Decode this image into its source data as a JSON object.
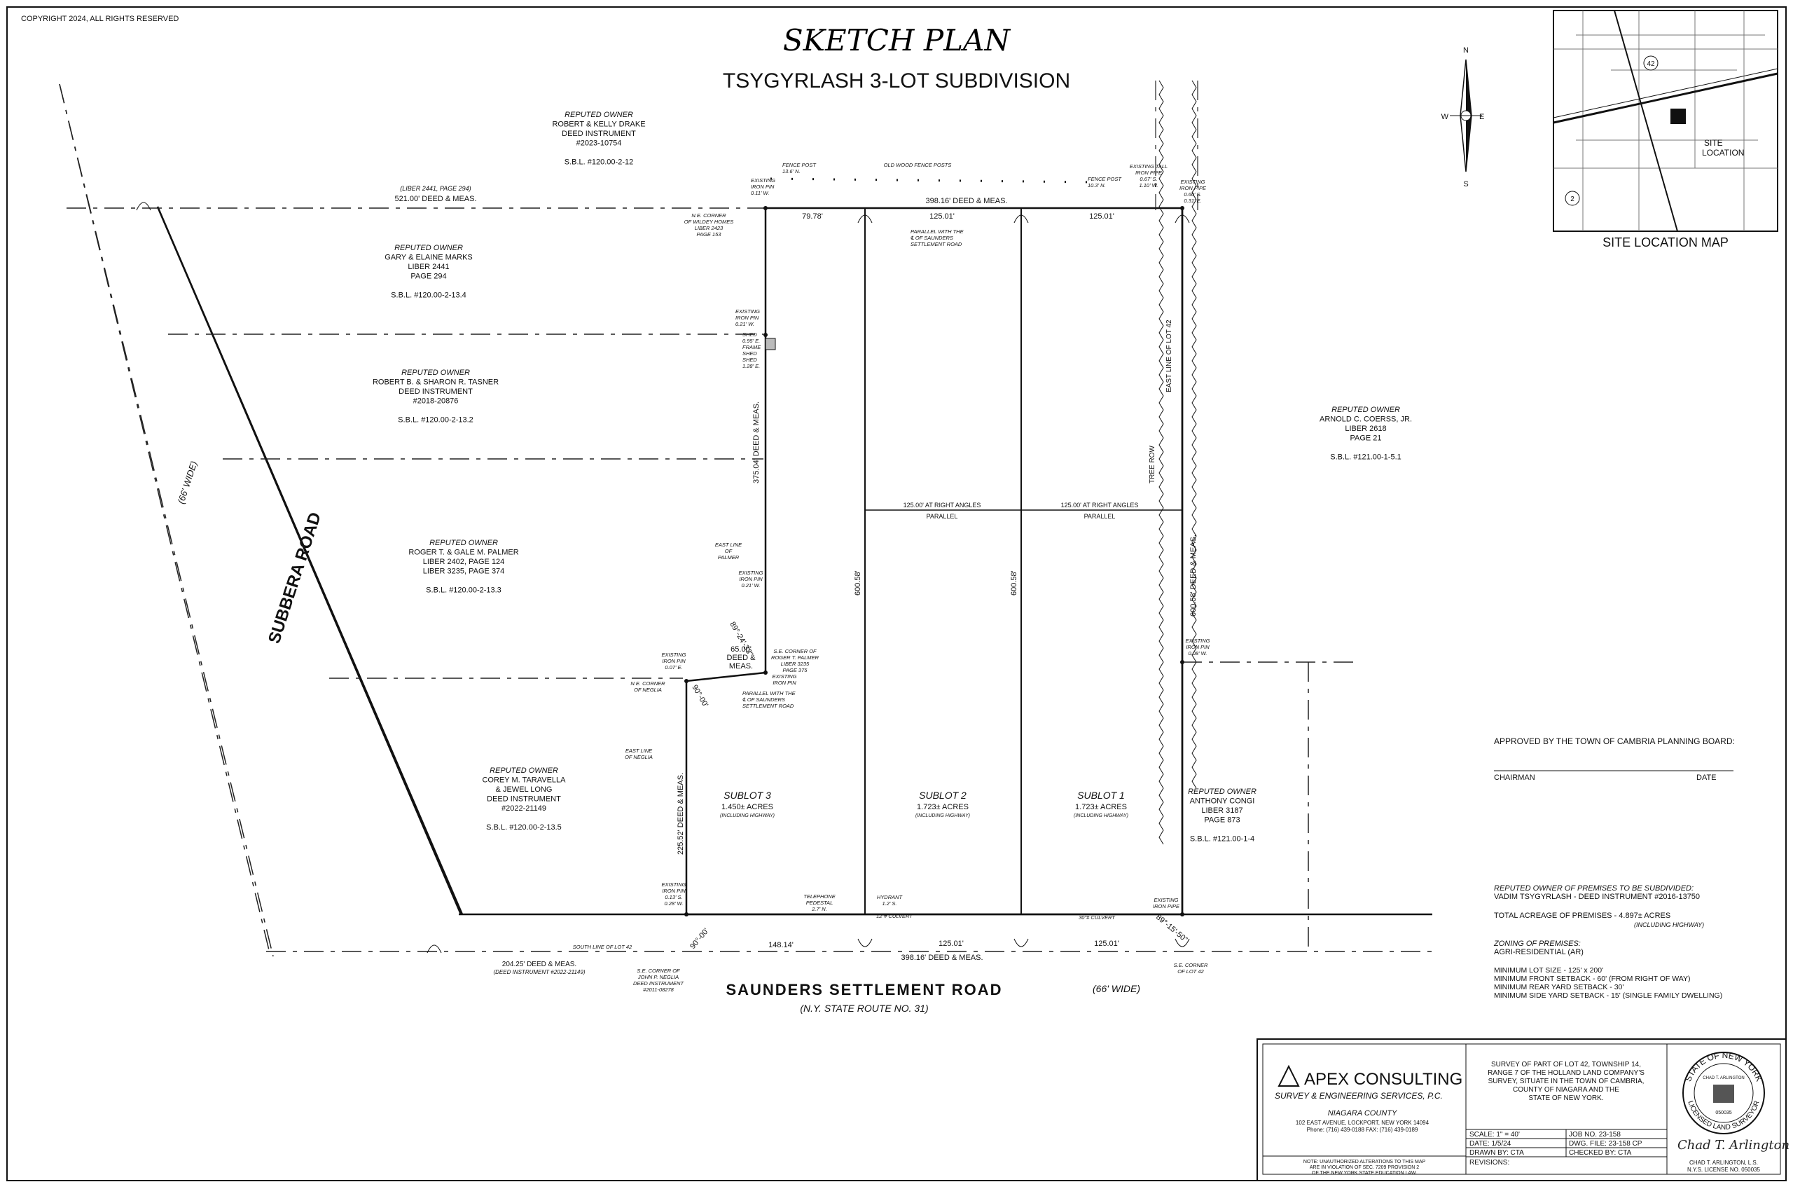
{
  "copyright": "COPYRIGHT 2024, ALL RIGHTS RESERVED",
  "title": "SKETCH PLAN",
  "subtitle": "TSYGYRLASH 3-LOT SUBDIVISION",
  "north": {
    "n": "N",
    "e": "E",
    "s": "S",
    "w": "W"
  },
  "site_map": {
    "caption": "SITE LOCATION MAP",
    "label": "SITE\nLOCATION",
    "markers": [
      "42",
      "2"
    ]
  },
  "roads": {
    "subbera": "SUBBERA ROAD",
    "subbera_width": "(66' WIDE)",
    "saunders": "SAUNDERS SETTLEMENT ROAD",
    "saunders_width": "(66' WIDE)",
    "saunders_route": "(N.Y. STATE ROUTE NO. 31)"
  },
  "owners": [
    {
      "id": "drake",
      "lines": [
        "REPUTED OWNER",
        "ROBERT & KELLY DRAKE",
        "DEED INSTRUMENT",
        "#2023-10754",
        "",
        "S.B.L. #120.00-2-12"
      ]
    },
    {
      "id": "marks",
      "lines": [
        "REPUTED OWNER",
        "GARY & ELAINE MARKS",
        "LIBER 2441",
        "PAGE 294",
        "",
        "S.B.L. #120.00-2-13.4"
      ]
    },
    {
      "id": "tasner",
      "lines": [
        "REPUTED OWNER",
        "ROBERT B. & SHARON R. TASNER",
        "DEED INSTRUMENT",
        "#2018-20876",
        "",
        "S.B.L. #120.00-2-13.2"
      ]
    },
    {
      "id": "palmer",
      "lines": [
        "REPUTED OWNER",
        "ROGER T. & GALE M. PALMER",
        "LIBER 2402, PAGE 124",
        "LIBER 3235, PAGE 374",
        "",
        "S.B.L. #120.00-2-13.3"
      ]
    },
    {
      "id": "taravella",
      "lines": [
        "REPUTED OWNER",
        "COREY M. TARAVELLA",
        "& JEWEL LONG",
        "DEED INSTRUMENT",
        "#2022-21149",
        "",
        "S.B.L. #120.00-2-13.5"
      ]
    },
    {
      "id": "coerss",
      "lines": [
        "REPUTED OWNER",
        "ARNOLD C. COERSS, JR.",
        "LIBER 2618",
        "PAGE 21",
        "",
        "S.B.L. #121.00-1-5.1"
      ]
    },
    {
      "id": "congi",
      "lines": [
        "REPUTED OWNER",
        "ANTHONY CONGI",
        "LIBER 3187",
        "PAGE 873",
        "",
        "S.B.L. #121.00-1-4"
      ]
    }
  ],
  "sublots": [
    {
      "name": "SUBLOT 3",
      "acres": "1.450± ACRES",
      "note": "(INCLUDING HIGHWAY)"
    },
    {
      "name": "SUBLOT 2",
      "acres": "1.723± ACRES",
      "note": "(INCLUDING HIGHWAY)"
    },
    {
      "name": "SUBLOT 1",
      "acres": "1.723± ACRES",
      "note": "(INCLUDING HIGHWAY)"
    }
  ],
  "dimensions": {
    "north_total": "398.16' DEED & MEAS.",
    "north_w": "79.78'",
    "north_m": "125.01'",
    "north_e": "125.01'",
    "south_total": "398.16' DEED & MEAS.",
    "south_w": "148.14'",
    "south_m": "125.01'",
    "south_e": "125.01'",
    "west_upper": "375.04' DEED & MEAS.",
    "west_lower": "225.52' DEED & MEAS.",
    "jog": "65.00' DEED & MEAS.",
    "east": "600.58' DEED & MEAS.",
    "div2": "600.58'",
    "div1": "600.58'",
    "right_angle_l": "125.00' AT RIGHT ANGLES",
    "right_angle_r": "125.00' AT RIGHT ANGLES",
    "parallel": "PARALLEL",
    "line_2441": "(LIBER 2441, PAGE 294)",
    "line_521": "521.00' DEED & MEAS.",
    "south_lot42": "204.25' DEED & MEAS.",
    "south_lot42_ref": "(DEED INSTRUMENT #2022-21149)",
    "angle_1": "89°-24'-33\"",
    "angle_2": "90°-00'",
    "angle_3": "90°-00'",
    "angle_4": "89°-15'-50\""
  },
  "notes": {
    "fence_post": "FENCE POST\n13.6' N.",
    "old_fence": "OLD WOOD FENCE POSTS",
    "fence_post_e": "FENCE POST\n10.3' N.",
    "iron_nw": "EXISTING\nIRON PIN\n0.11' W.",
    "ne_corner_wildey": "N.E. CORNER\nOF WILDEY HOMES\nLIBER 2423\nPAGE 153",
    "parallel_note": "PARALLEL WITH THE\n℄ OF SAUNDERS\nSETTLEMENT ROAD",
    "tall_pipe": "EXISTING TALL\nIRON PIPE\n0.67' S.\n1.10' W.",
    "iron_pipe_ne": "EXISTING\nIRON PIPE\n0.60' S.\n0.31' E.",
    "iron_pin_shed": "EXISTING\nIRON PIN\n0.21' W.",
    "shed": "SHED\n0.95' E.\nFRAME\nSHED\nSHED\n1.28' E.",
    "east_palmer": "EAST LINE\nOF\nPALMER",
    "iron_pin_w": "EXISTING\nIRON PIN\n0.21' W.",
    "se_palmer": "S.E. CORNER OF\nROGER T. PALMER\nLIBER 3235\nPAGE 375",
    "iron_pin_jog": "EXISTING\nIRON PIN\n0.07' E.",
    "iron_pin_jog2": "EXISTING\nIRON PIN",
    "ne_neglia": "N.E. CORNER\nOF NEGLIA",
    "parallel_note2": "PARALLEL WITH THE\n℄ OF SAUNDERS\nSETTLEMENT ROAD",
    "east_neglia": "EAST LINE\nOF NEGLIA",
    "iron_pin_sw": "EXISTING\nIRON PIN\n0.13' S.\n0.28' W.",
    "telephone": "TELEPHONE\nPEDESTAL\n2.7' N.",
    "hydrant": "HYDRANT\n1.2' S.",
    "culvert": "12\"# CULVERT",
    "culvert2": "30\"# CULVERT",
    "iron_pipe_se": "EXISTING\nIRON PIPE",
    "iron_pin_e": "EXISTING\nIRON PIN\n0.08' W.",
    "east_lot42": "EAST LINE OF LOT 42",
    "tree_row": "TREE ROW",
    "south_lot42": "SOUTH LINE OF LOT 42",
    "se_neglia": "S.E. CORNER OF\nJOHN P. NEGLIA\nDEED INSTRUMENT\n#2011-08278",
    "se_lot42": "S.E. CORNER\nOF LOT 42"
  },
  "approval": {
    "line": "APPROVED BY THE TOWN OF CAMBRIA PLANNING BOARD:",
    "chairman": "CHAIRMAN",
    "date": "DATE"
  },
  "premises": [
    "REPUTED OWNER OF PREMISES TO BE SUBDIVIDED:",
    "VADIM TSYGYRLASH - DEED INSTRUMENT #2016-13750",
    "TOTAL ACREAGE OF PREMISES - 4.897± ACRES",
    "(INCLUDING HIGHWAY)",
    "ZONING OF PREMISES:",
    "AGRI-RESIDENTIAL (AR)",
    "MINIMUM LOT SIZE - 125' x 200'",
    "MINIMUM FRONT SETBACK - 60' (FROM RIGHT OF WAY)",
    "MINIMUM REAR YARD SETBACK - 30'",
    "MINIMUM SIDE YARD SETBACK - 15' (SINGLE FAMILY DWELLING)"
  ],
  "titleblock": {
    "company": "APEX CONSULTING",
    "company_sub": "SURVEY & ENGINEERING SERVICES, P.C.",
    "county": "NIAGARA COUNTY",
    "address": "102 EAST AVENUE, LOCKPORT, NEW YORK 14094",
    "phone": "Phone: (716) 439-0188   FAX: (716) 439-0189",
    "note": "NOTE: UNAUTHORIZED ALTERATIONS TO THIS MAP\nARE IN VIOLATION OF SEC. 7209 PROVISION 2\nOF THE NEW YORK STATE EDUCATION LAW.",
    "description": "SURVEY OF PART OF LOT 42, TOWNSHIP 14,\nRANGE 7 OF THE HOLLAND LAND COMPANY'S\nSURVEY, SITUATE IN THE TOWN OF CAMBRIA,\nCOUNTY OF NIAGARA AND THE\nSTATE OF NEW YORK.",
    "scale": "SCALE:   1\" = 40'",
    "job": "JOB NO.   23-158",
    "date": "DATE:   1/5/24",
    "dwg": "DWG. FILE: 23-158 CP",
    "drawn": "DRAWN BY:   CTA",
    "checked": "CHECKED BY:   CTA",
    "revisions": "REVISIONS:",
    "seal_top": "STATE OF NEW YORK",
    "seal_name": "CHAD T. ARLINGTON",
    "seal_no": "050035",
    "seal_bottom": "LICENSED LAND SURVEYOR",
    "signature": "Chad T. Arlington",
    "surveyor": "CHAD T. ARLINGTON, L.S.",
    "license": "N.Y.S. LICENSE NO. 050035"
  }
}
